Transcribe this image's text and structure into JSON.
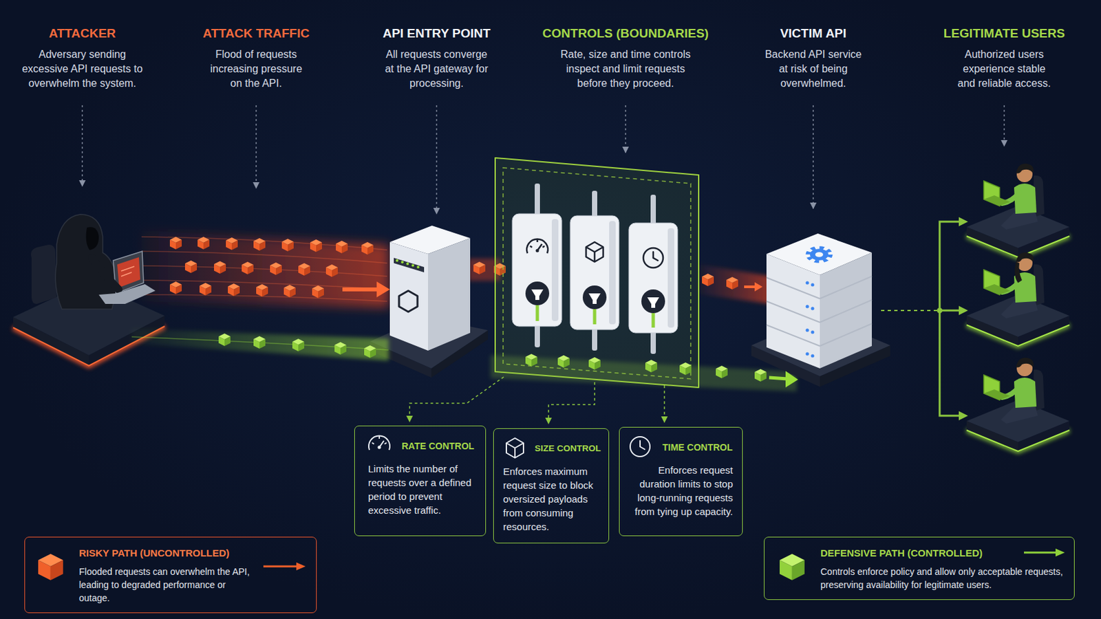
{
  "diagram": {
    "nodes": [
      {
        "text": [
          "RATE CONTROL",
          "Limits the number of requests over a defined period to prevent excessive traffic."
        ]
      },
      {
        "text": [
          "SIZE CONTROL",
          "Enforces maximum request size to block oversized payloads from consuming resources."
        ]
      },
      {
        "text": [
          "TIME CONTROL",
          "Enforces request duration limits to stop long-running requests from tying up capacity."
        ]
      },
      {
        "text": [
          "RISKY PATH (UNCONTROLLED)",
          "Flooded requests can overwhelm the API, leading to degraded performance or outage."
        ]
      },
      {
        "text": [
          "DEFENSIVE PATH (CONTROLLED)",
          "Controls enforce policy and allow only acceptable requests, preserving availability for legitimate users."
        ]
      }
    ],
    "labels": [
      "ATTACKER",
      "Adversary sending excessive API requests to overwhelm the system.",
      "ATTACK TRAFFIC",
      "Flood of requests increasing pressure on the API.",
      "API ENTRY POINT",
      "All requests converge at the API gateway for processing.",
      "CONTROLS (BOUNDARIES)",
      "Rate, size and time controls inspect and limit requests before they proceed.",
      "VICTIM API",
      "Backend API service at risk of being overwhelmed.",
      "LEGITIMATE USERS",
      "Authorized users experience stable and reliable access."
    ]
  }
}
